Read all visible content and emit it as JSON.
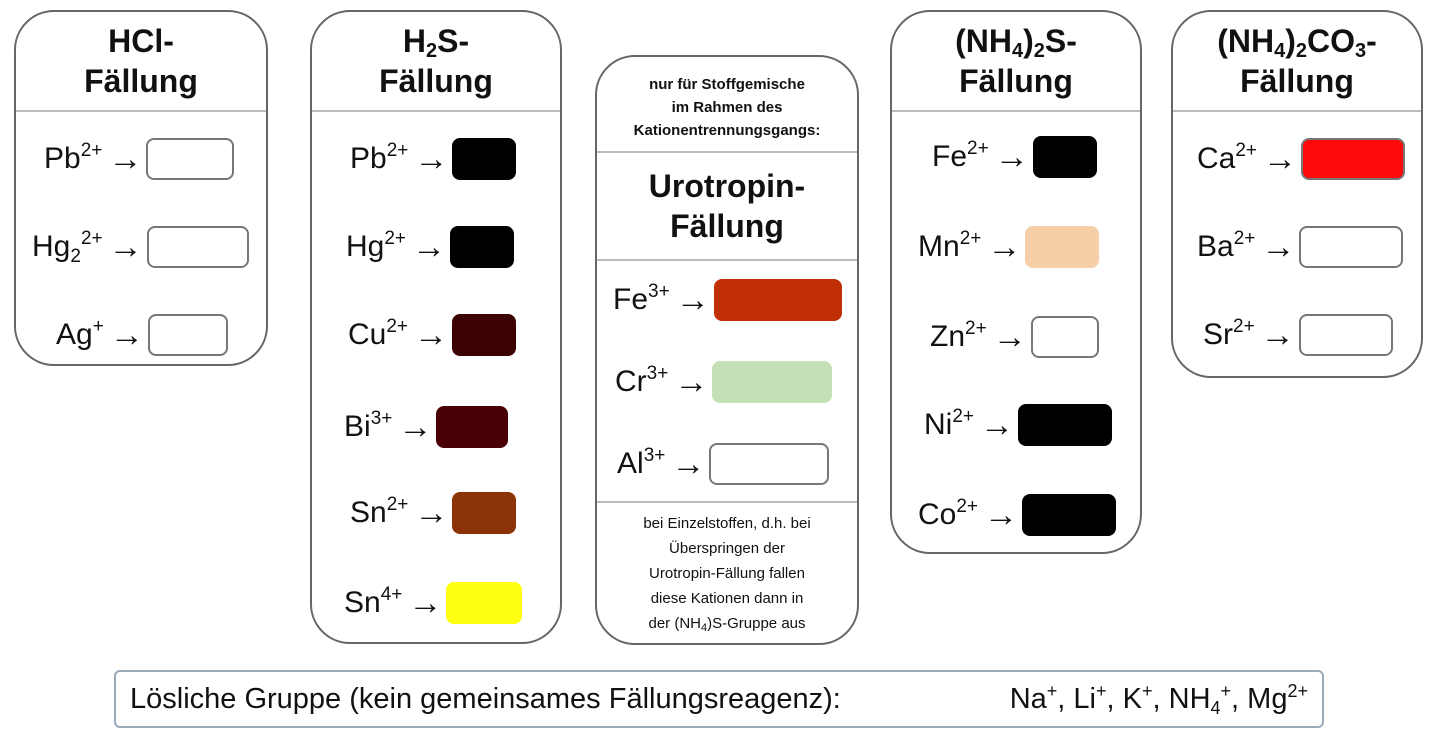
{
  "groups": [
    {
      "title_line1": "HCl-",
      "title_line2": "Fällung",
      "ions": [
        {
          "el": "Pb",
          "sub": "",
          "charge": "2+",
          "color": "#ffffff",
          "outlined": true
        },
        {
          "el": "Hg",
          "sub": "2",
          "charge": "2+",
          "color": "#ffffff",
          "outlined": true
        },
        {
          "el": "Ag",
          "sub": "",
          "charge": "+",
          "color": "#ffffff",
          "outlined": true
        }
      ]
    },
    {
      "title_line1_a": "H",
      "title_line1_sub": "2",
      "title_line1_b": "S-",
      "title_line2": "Fällung",
      "ions": [
        {
          "el": "Pb",
          "sub": "",
          "charge": "2+",
          "color": "#000000",
          "outlined": false
        },
        {
          "el": "Hg",
          "sub": "",
          "charge": "2+",
          "color": "#000000",
          "outlined": false
        },
        {
          "el": "Cu",
          "sub": "",
          "charge": "2+",
          "color": "#3d0205",
          "outlined": false
        },
        {
          "el": "Bi",
          "sub": "",
          "charge": "3+",
          "color": "#480005",
          "outlined": false
        },
        {
          "el": "Sn",
          "sub": "",
          "charge": "2+",
          "color": "#8c3208",
          "outlined": false
        },
        {
          "el": "Sn",
          "sub": "",
          "charge": "4+",
          "color": "#ffff10",
          "outlined": false
        }
      ]
    },
    {
      "note_top_1": "nur für Stoffgemische",
      "note_top_2": "im Rahmen des",
      "note_top_3": "Kationentrennungsgangs:",
      "title_line1": "Urotropin-",
      "title_line2": "Fällung",
      "ions": [
        {
          "el": "Fe",
          "sub": "",
          "charge": "3+",
          "color": "#c03004",
          "outlined": false
        },
        {
          "el": "Cr",
          "sub": "",
          "charge": "3+",
          "color": "#c4e0b6",
          "outlined": false
        },
        {
          "el": "Al",
          "sub": "",
          "charge": "3+",
          "color": "#ffffff",
          "outlined": true
        }
      ],
      "note_bottom_1": "bei Einzelstoffen, d.h. bei",
      "note_bottom_2": "Überspringen der",
      "note_bottom_3": "Urotropin-Fällung fallen",
      "note_bottom_4": "diese Kationen dann in",
      "note_bottom_5a": "der (NH",
      "note_bottom_5sub": "4",
      "note_bottom_5b": ")S-Gruppe aus"
    },
    {
      "title_line1_a": "(NH",
      "title_line1_sub": "4",
      "title_line1_b": ")",
      "title_line1_sub2": "2",
      "title_line1_c": "S-",
      "title_line2": "Fällung",
      "ions": [
        {
          "el": "Fe",
          "sub": "",
          "charge": "2+",
          "color": "#000000",
          "outlined": false
        },
        {
          "el": "Mn",
          "sub": "",
          "charge": "2+",
          "color": "#f6cfa8",
          "outlined": false
        },
        {
          "el": "Zn",
          "sub": "",
          "charge": "2+",
          "color": "#ffffff",
          "outlined": true
        },
        {
          "el": "Ni",
          "sub": "",
          "charge": "2+",
          "color": "#000000",
          "outlined": false
        },
        {
          "el": "Co",
          "sub": "",
          "charge": "2+",
          "color": "#000000",
          "outlined": false
        }
      ]
    },
    {
      "title_line1_a": "(NH",
      "title_line1_sub": "4",
      "title_line1_b": ")",
      "title_line1_sub2": "2",
      "title_line1_c": "CO",
      "title_line1_sub3": "3",
      "title_line1_d": "-",
      "title_line2": "Fällung",
      "ions": [
        {
          "el": "Ca",
          "sub": "",
          "charge": "2+",
          "color": "#ff0a0a",
          "outlined": true
        },
        {
          "el": "Ba",
          "sub": "",
          "charge": "2+",
          "color": "#ffffff",
          "outlined": true
        },
        {
          "el": "Sr",
          "sub": "",
          "charge": "2+",
          "color": "#ffffff",
          "outlined": true
        }
      ]
    }
  ],
  "arrow": "→",
  "soluble": {
    "label": "Lösliche Gruppe (kein gemeinsames Fällungsreagenz):",
    "na": "Na",
    "na_c": "+",
    "sep1": ", ",
    "li": "Li",
    "li_c": "+",
    "sep2": ", ",
    "k": "K",
    "k_c": "+",
    "sep3": ", ",
    "nh": "NH",
    "nh_sub": "4",
    "nh_c": "+",
    "sep4": ", ",
    "mg": "Mg",
    "mg_c": "2+"
  }
}
